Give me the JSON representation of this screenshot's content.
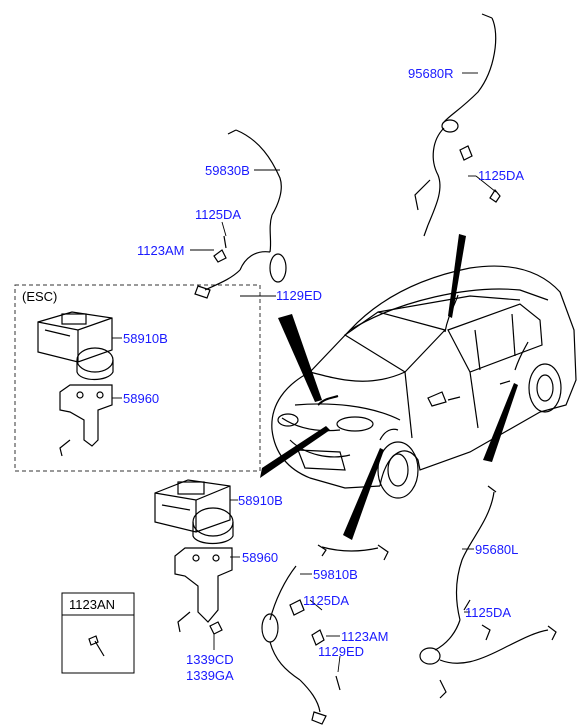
{
  "esc_label": "(ESC)",
  "callouts": {
    "sensor_rr": "95680R",
    "sensor_fr": "59830B",
    "bolt_1125da_fr": "1125DA",
    "bolt_1123am_fr": "1123AM",
    "bolt_1129ed_fr": "1129ED",
    "bolt_1125da_rr": "1125DA",
    "hecu_esc": "58910B",
    "bracket_esc": "58960",
    "hecu": "58910B",
    "bracket": "58960",
    "sensor_fl": "59810B",
    "bolt_1125da_fl": "1125DA",
    "bolt_1123am_fl": "1123AM",
    "bolt_1129ed_fl": "1129ED",
    "sensor_rl": "95680L",
    "bolt_1125da_rl": "1125DA",
    "nut_1339cd": "1339CD",
    "nut_1339ga": "1339GA"
  },
  "legend_box": {
    "title": "1123AN"
  }
}
